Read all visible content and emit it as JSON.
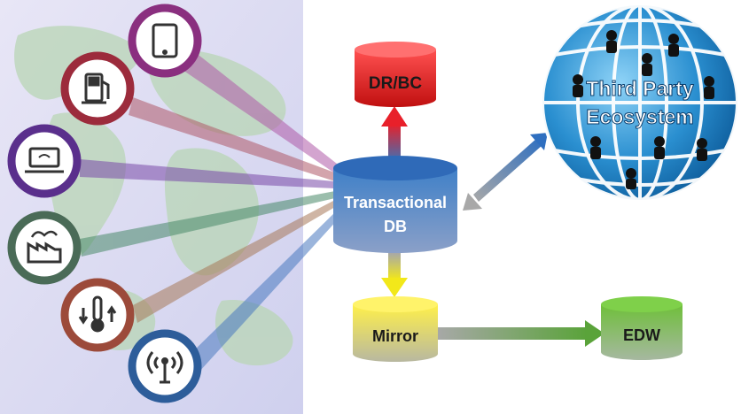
{
  "diagram": {
    "nodes": {
      "drbc": "DR/BC",
      "transactional_line1": "Transactional",
      "transactional_line2": "DB",
      "mirror": "Mirror",
      "edw": "EDW",
      "third_party_line1": "Third Party",
      "third_party_line2": "Ecosystem"
    },
    "devices": [
      {
        "icon": "tablet-icon",
        "color": "#8a2f7f"
      },
      {
        "icon": "fuel-pump-icon",
        "color": "#9c2b3c"
      },
      {
        "icon": "laptop-icon",
        "color": "#5a2f8c"
      },
      {
        "icon": "factory-icon",
        "color": "#4a6b57"
      },
      {
        "icon": "thermometer-icon",
        "color": "#9c4a3a"
      },
      {
        "icon": "wireless-antenna-icon",
        "color": "#2d5d9a"
      }
    ],
    "colors": {
      "drbc_cylinder": "#e8202a",
      "transactional_cylinder": "#3a73b8",
      "mirror_cylinder": "#f2e81a",
      "edw_cylinder": "#5aa33a",
      "globe": "#1e7fc4",
      "map_background": "#dcdcf2"
    }
  }
}
